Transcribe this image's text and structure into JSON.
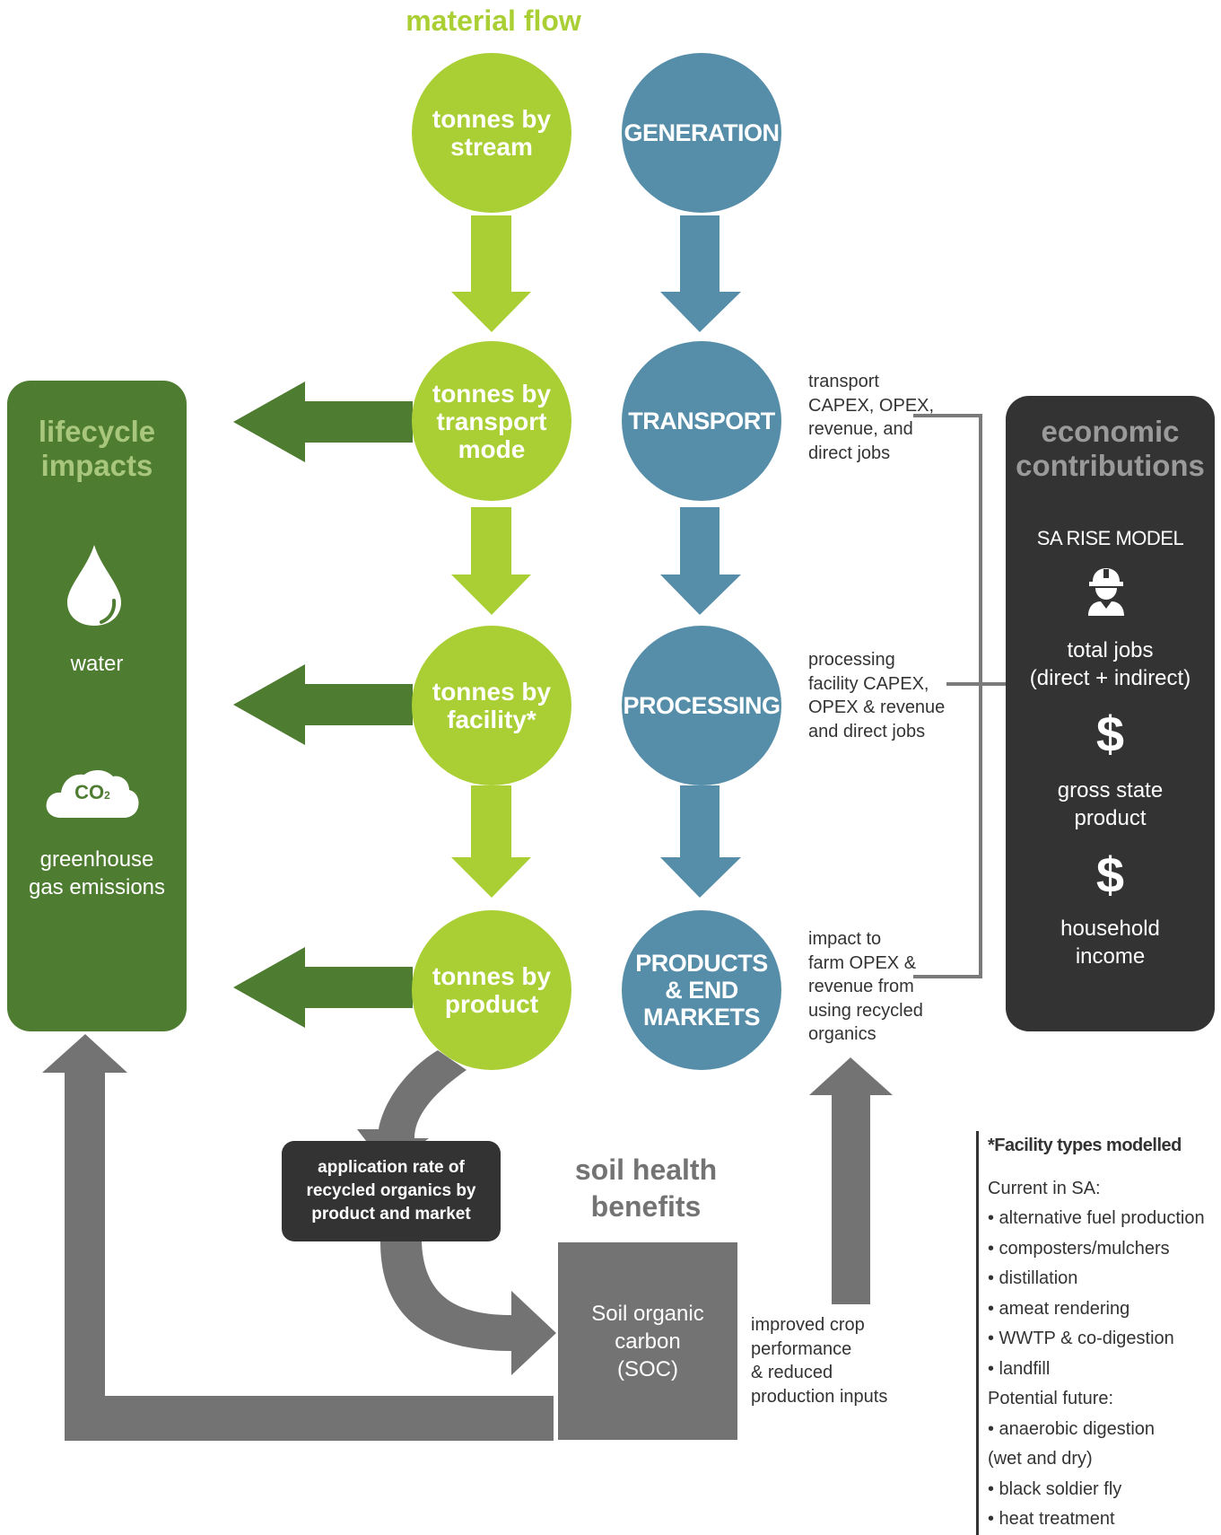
{
  "header": {
    "title": "material flow"
  },
  "material_column": [
    {
      "label": "tonnes by\nstream"
    },
    {
      "label": "tonnes by\ntransport\nmode"
    },
    {
      "label": "tonnes by\nfacility*"
    },
    {
      "label": "tonnes by\nproduct"
    }
  ],
  "stage_column": [
    {
      "label": "GENERATION"
    },
    {
      "label": "TRANSPORT"
    },
    {
      "label": "PROCESSING"
    },
    {
      "label": "PRODUCTS\n& END\nMARKETS"
    }
  ],
  "lifecycle": {
    "title": "lifecycle\nimpacts",
    "water": "water",
    "co2": "CO",
    "co2_sub": "2",
    "ghg": "greenhouse\ngas emissions"
  },
  "economic": {
    "title": "economic\ncontributions",
    "model": "SA RISE MODEL",
    "jobs": "total jobs\n(direct + indirect)",
    "dollar": "$",
    "gsp": "gross state\nproduct",
    "income": "household\nincome"
  },
  "notes": {
    "transport": "transport\nCAPEX, OPEX,\nrevenue, and\ndirect jobs",
    "processing": "processing\nfacility CAPEX,\nOPEX & revenue\nand direct jobs",
    "products": "impact to\nfarm OPEX &\nrevenue from\nusing recycled\norganics",
    "crop": "improved crop\nperformance\n& reduced\nproduction inputs"
  },
  "application_box": "application rate of\nrecycled organics by\nproduct and market",
  "soil": {
    "title": "soil health\nbenefits",
    "soc": "Soil organic\ncarbon\n(SOC)"
  },
  "facility_types": {
    "heading": "*Facility types modelled",
    "current_label": "Current in SA:",
    "current": [
      "• alternative fuel production",
      "• composters/mulchers",
      "• distillation",
      "• ameat rendering",
      "• WWTP & co-digestion",
      "• landfill"
    ],
    "future_label": "Potential future:",
    "future": [
      "• anaerobic digestion",
      "(wet and dry)",
      "• black soldier fly",
      "• heat treatment"
    ]
  },
  "colors": {
    "lime": "#aacf35",
    "teal": "#568ea9",
    "forest": "#4e7d32",
    "charcoal": "#333333",
    "grey": "#737373"
  }
}
